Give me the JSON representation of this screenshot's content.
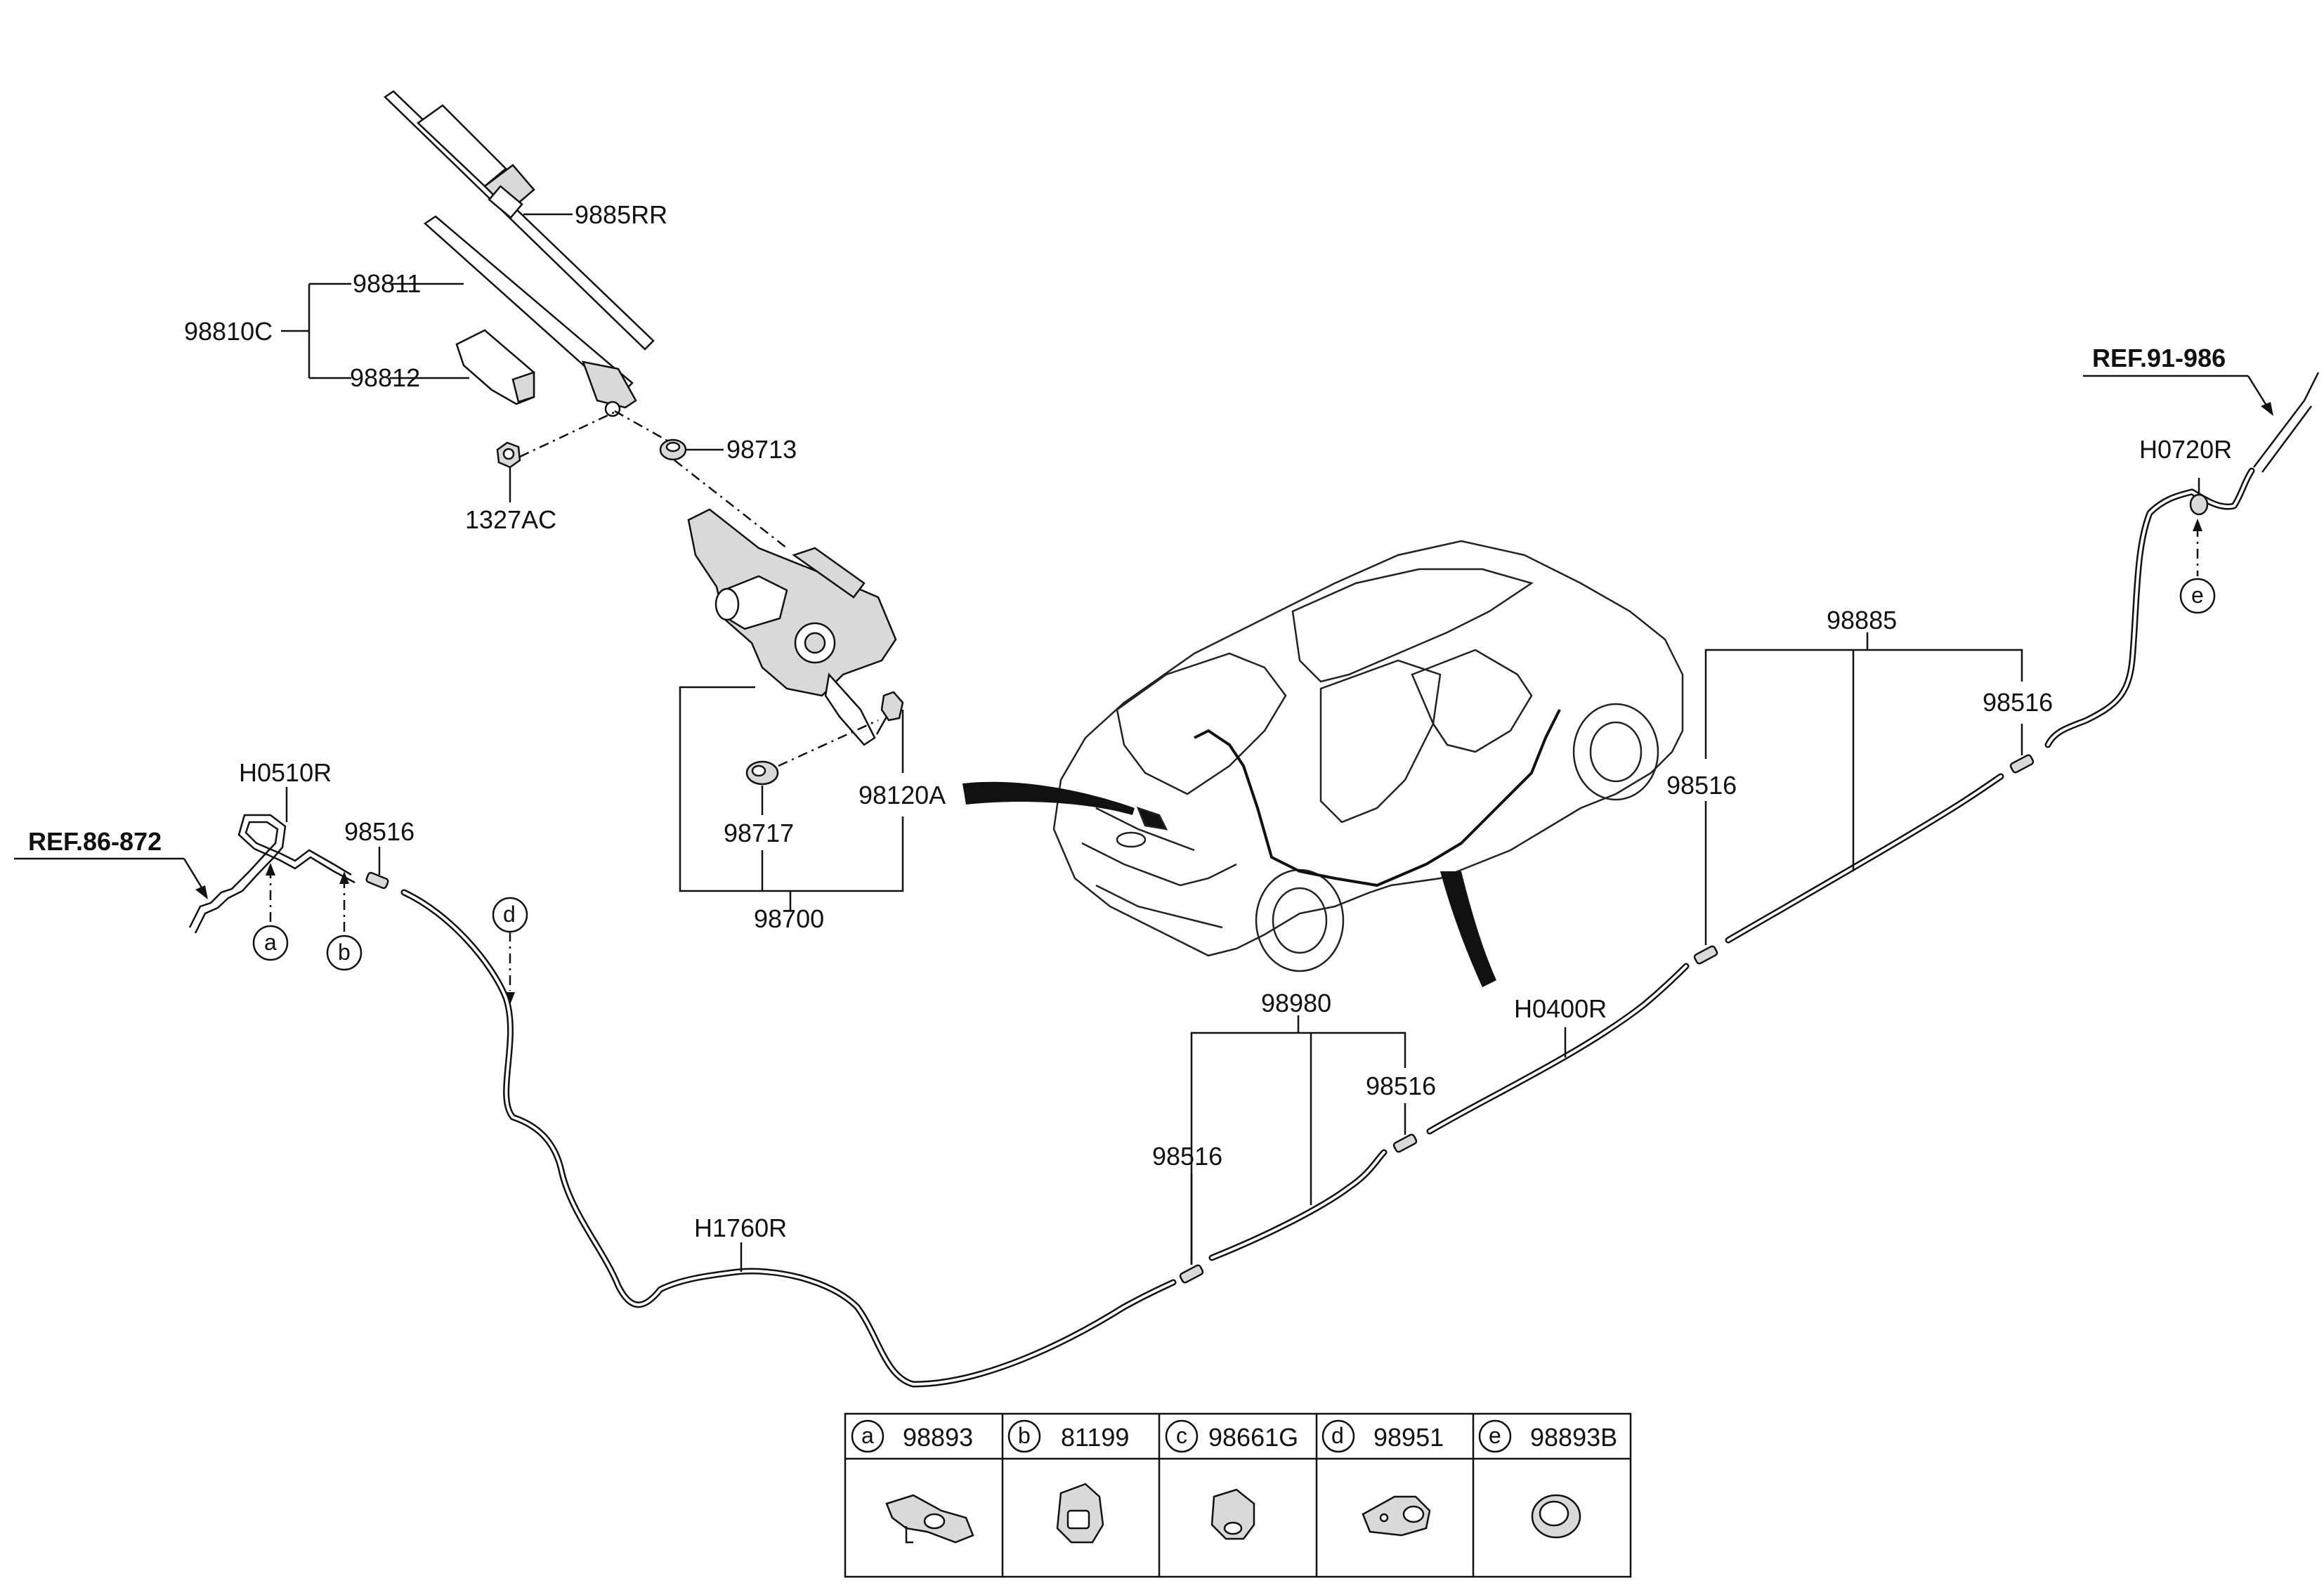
{
  "labels": {
    "p9885RR": "9885RR",
    "p98811": "98811",
    "p98810C": "98810C",
    "p98812": "98812",
    "p98713": "98713",
    "p1327AC": "1327AC",
    "p98120A": "98120A",
    "p98717": "98717",
    "p98700": "98700",
    "pH0510R": "H0510R",
    "p98516_left": "98516",
    "refLeft": "REF.86-872",
    "pH1760R": "H1760R",
    "p98980": "98980",
    "p98516_mid_a": "98516",
    "p98516_mid_b": "98516",
    "pH0400R": "H0400R",
    "p98885": "98885",
    "p98516_right_a": "98516",
    "p98516_right_b": "98516",
    "pH0720R": "H0720R",
    "refRight": "REF.91-986"
  },
  "callouts": {
    "a": "a",
    "b": "b",
    "d": "d",
    "e": "e"
  },
  "legend": [
    {
      "letter": "a",
      "part": "98893"
    },
    {
      "letter": "b",
      "part": "81199"
    },
    {
      "letter": "c",
      "part": "98661G"
    },
    {
      "letter": "d",
      "part": "98951"
    },
    {
      "letter": "e",
      "part": "98893B"
    }
  ]
}
